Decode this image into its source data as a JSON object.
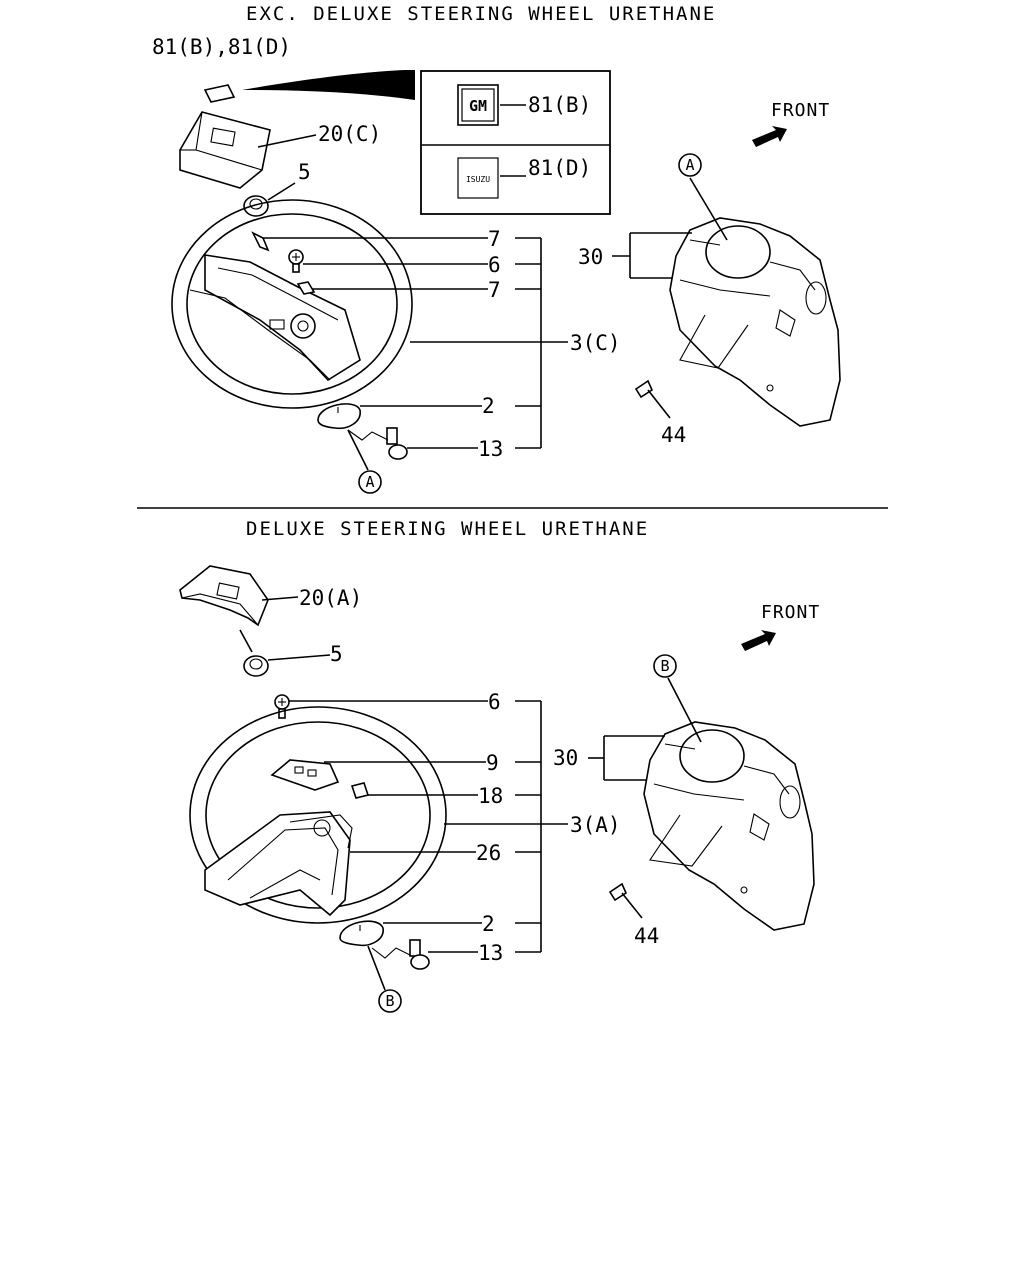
{
  "section_top": {
    "title": "EXC. DELUXE STEERING WHEEL URETHANE",
    "emblem_ref": "81(B),81(D)",
    "inset_labels": {
      "gm": "81(B)",
      "isuzu": "81(D)"
    },
    "emblem_text": {
      "gm": "GM",
      "isuzu": "ISUZU"
    },
    "front_label": "FRONT",
    "callouts": {
      "pad": "20(C)",
      "nut": "5",
      "clip_upper": "7",
      "screw": "6",
      "clip_lower": "7",
      "wheel": "3(C)",
      "ring": "2",
      "bolt": "13",
      "cover": "30",
      "cover_screw": "44"
    },
    "ref_marks": {
      "wheel": "A",
      "cover": "A"
    }
  },
  "section_bottom": {
    "title": "DELUXE STEERING WHEEL URETHANE",
    "front_label": "FRONT",
    "callouts": {
      "pad": "20(A)",
      "nut": "5",
      "screw": "6",
      "plate": "9",
      "clip": "18",
      "wheel": "3(A)",
      "horn_ring": "26",
      "ring": "2",
      "bolt": "13",
      "cover": "30",
      "cover_screw": "44"
    },
    "ref_marks": {
      "wheel": "B",
      "cover": "B"
    }
  }
}
